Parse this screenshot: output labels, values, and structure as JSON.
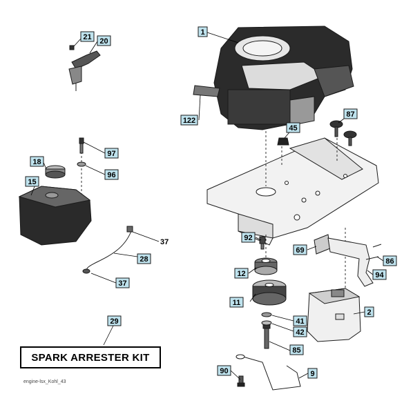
{
  "callouts": {
    "c1": "1",
    "c2": "2",
    "c9": "9",
    "c11": "11",
    "c12": "12",
    "c15": "15",
    "c18": "18",
    "c20": "20",
    "c21": "21",
    "c28": "28",
    "c29": "29",
    "c37b": "37",
    "c41": "41",
    "c42": "42",
    "c45": "45",
    "c69": "69",
    "c85": "85",
    "c86": "86",
    "c87": "87",
    "c90": "90",
    "c92": "92",
    "c94": "94",
    "c96": "96",
    "c97": "97",
    "c122": "122"
  },
  "plain_labels": {
    "c37a": "37"
  },
  "kit_label": "SPARK ARRESTER KIT",
  "footer_note": "engine-lsx_Kohl_43",
  "colors": {
    "callout_fill": "#bfe3ee",
    "line": "#1a1a1a"
  }
}
